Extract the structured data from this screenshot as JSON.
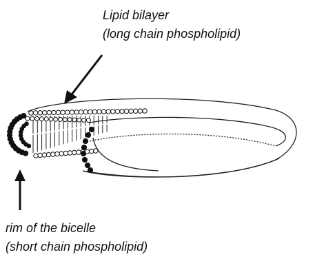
{
  "labels": {
    "bilayer_title": "Lipid bilayer",
    "bilayer_sub": "(long chain phospholipid)",
    "rim_title": "rim of the bicelle",
    "rim_sub": "(short chain phospholipid)"
  },
  "colors": {
    "ink": "#111111",
    "head_long": "#ffffff",
    "head_short": "#111111"
  },
  "icons": {
    "arrow_top": "arrow-down-left",
    "arrow_bottom": "arrow-up"
  }
}
